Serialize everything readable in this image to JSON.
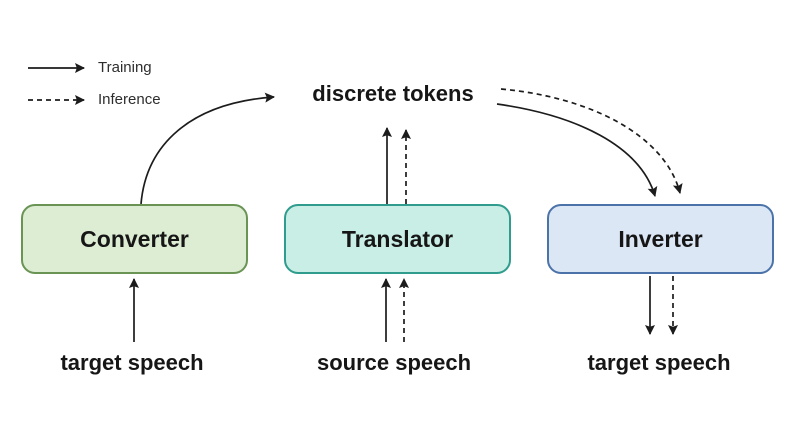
{
  "canvas": {
    "background": "#ffffff"
  },
  "legend": {
    "items": [
      {
        "label": "Training",
        "style": "solid"
      },
      {
        "label": "Inference",
        "style": "dashed"
      }
    ]
  },
  "diagram": {
    "tokens_label": "discrete tokens",
    "nodes": [
      {
        "id": "converter",
        "label": "Converter",
        "fill": "#ddedd3",
        "border": "#699454",
        "input_label": "target speech"
      },
      {
        "id": "translator",
        "label": "Translator",
        "fill": "#c9eee5",
        "border": "#2f9c8e",
        "input_label": "source speech"
      },
      {
        "id": "inverter",
        "label": "Inverter",
        "fill": "#dbe7f5",
        "border": "#4c73a9",
        "output_label": "target speech"
      }
    ],
    "arrow_color": "#1c1c1c",
    "text_color": "#161616"
  }
}
